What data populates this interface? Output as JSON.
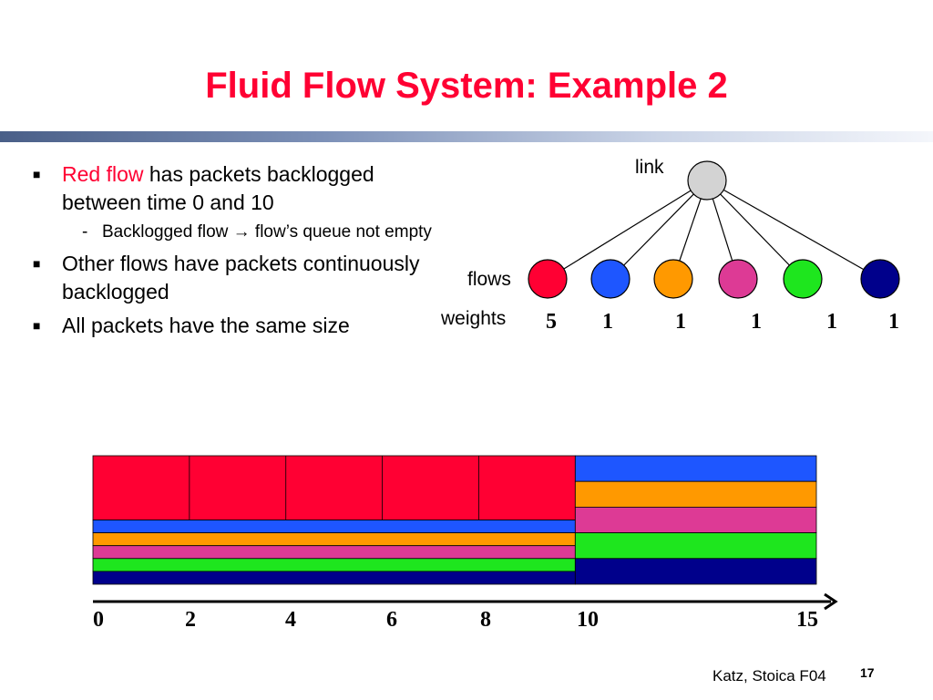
{
  "slide": {
    "title": "Fluid Flow System: Example 2",
    "footer": "Katz, Stoica F04",
    "page_number": "17"
  },
  "bullets": [
    {
      "highlight": "Red flow",
      "text": " has packets backlogged between time 0 and 10",
      "sub": [
        {
          "before": "Backlogged flow ",
          "arrow": "→",
          "after": " flow’s queue not empty"
        }
      ]
    },
    {
      "highlight": "",
      "text": "Other flows have packets continuously backlogged",
      "sub": []
    },
    {
      "highlight": "",
      "text": "All packets have the same size",
      "sub": []
    }
  ],
  "tree": {
    "link_label": "link",
    "flows_label": "flows",
    "weights_label": "weights",
    "flows": [
      {
        "color": "#ff0033",
        "weight": "5"
      },
      {
        "color": "#1e56ff",
        "weight": "1"
      },
      {
        "color": "#ff9900",
        "weight": "1"
      },
      {
        "color": "#dd3a95",
        "weight": "1"
      },
      {
        "color": "#1ee61e",
        "weight": "1"
      },
      {
        "color": "#00008b",
        "weight": "1"
      }
    ]
  },
  "timeline": {
    "ticks": [
      "0",
      "2",
      "4",
      "6",
      "8",
      "10",
      "15"
    ],
    "tick_values": [
      0,
      2,
      4,
      6,
      8,
      10,
      15
    ],
    "phases": [
      {
        "start": 0,
        "end": 10,
        "shares": [
          {
            "flow": 0,
            "share": 0.5,
            "packets": 5
          },
          {
            "flow": 1,
            "share": 0.1
          },
          {
            "flow": 2,
            "share": 0.1
          },
          {
            "flow": 3,
            "share": 0.1
          },
          {
            "flow": 4,
            "share": 0.1
          },
          {
            "flow": 5,
            "share": 0.1
          }
        ]
      },
      {
        "start": 10,
        "end": 15,
        "shares": [
          {
            "flow": 1,
            "share": 0.2
          },
          {
            "flow": 2,
            "share": 0.2
          },
          {
            "flow": 3,
            "share": 0.2
          },
          {
            "flow": 4,
            "share": 0.2
          },
          {
            "flow": 5,
            "share": 0.2
          }
        ]
      }
    ]
  }
}
